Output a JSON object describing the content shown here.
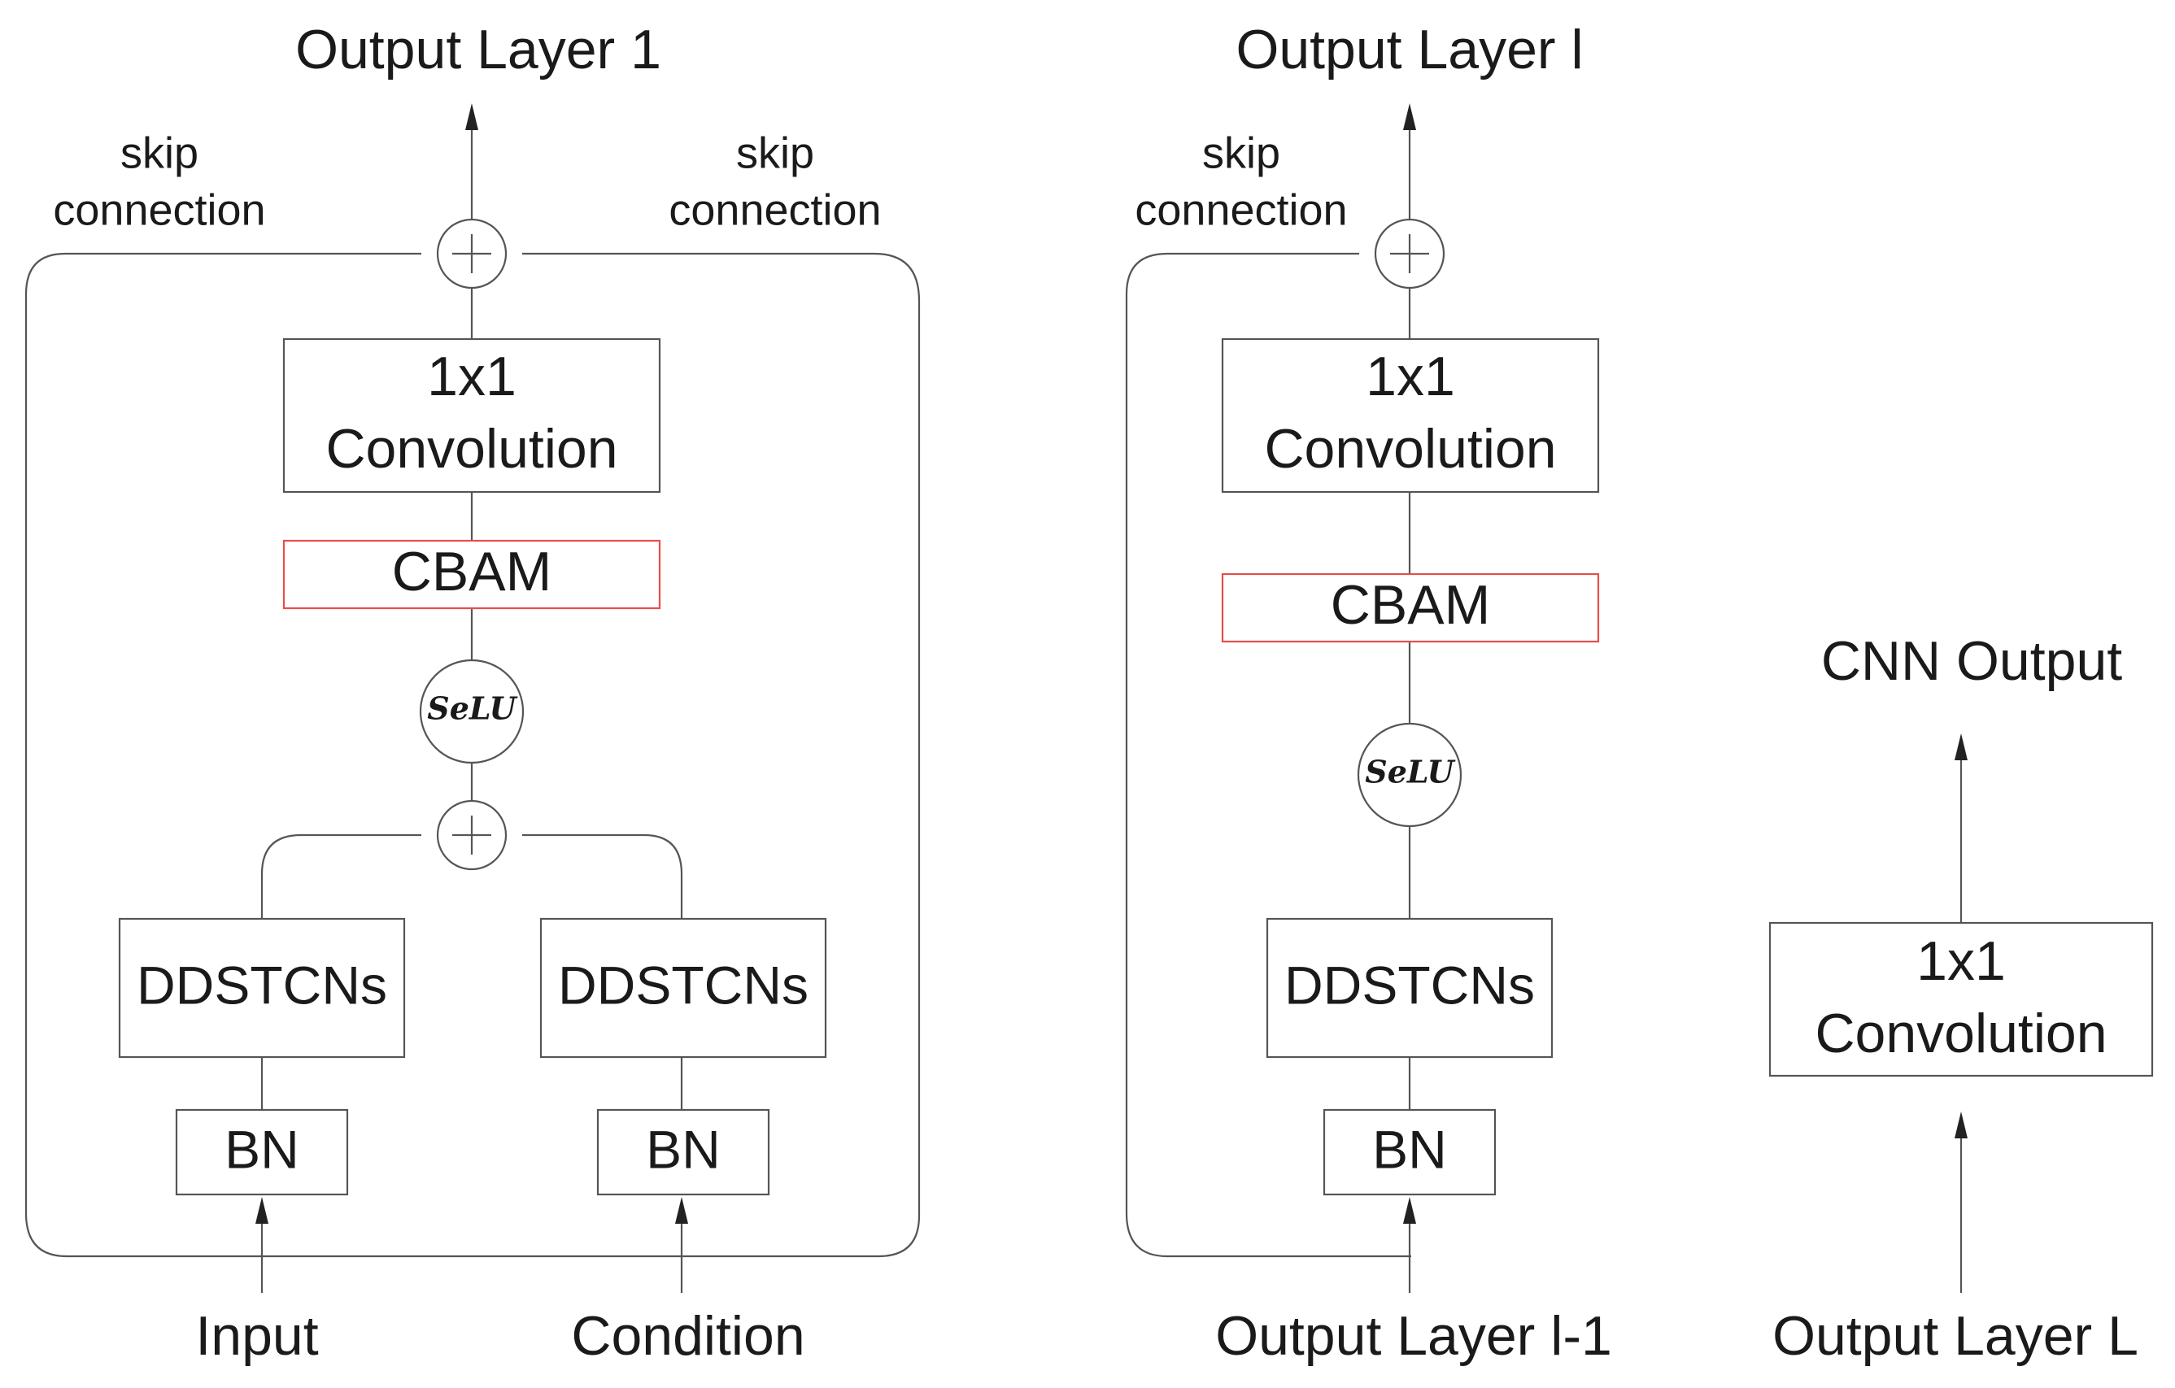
{
  "block1": {
    "output_label": "Output Layer 1",
    "skip_left": [
      "skip",
      "connection"
    ],
    "skip_right": [
      "skip",
      "connection"
    ],
    "conv_label": [
      "1x1",
      "Convolution"
    ],
    "cbam_label": "CBAM",
    "selu_label": "SeLU",
    "ddstcn_left_label": "DDSTCNs",
    "ddstcn_right_label": "DDSTCNs",
    "bn_left_label": "BN",
    "bn_right_label": "BN",
    "input_label": "Input",
    "condition_label": "Condition"
  },
  "block2": {
    "output_label": "Output Layer l",
    "skip_left": [
      "skip",
      "connection"
    ],
    "conv_label": [
      "1x1",
      "Convolution"
    ],
    "cbam_label": "CBAM",
    "selu_label": "SeLU",
    "ddstcn_label": "DDSTCNs",
    "bn_label": "BN",
    "input_label": "Output Layer l-1"
  },
  "block3": {
    "output_label": "CNN Output",
    "conv_label": [
      "1x1",
      "Convolution"
    ],
    "input_label": "Output Layer L"
  },
  "colors": {
    "line": "#555555",
    "cbam_border": "#e84d4d",
    "text": "#1a1a1a"
  }
}
